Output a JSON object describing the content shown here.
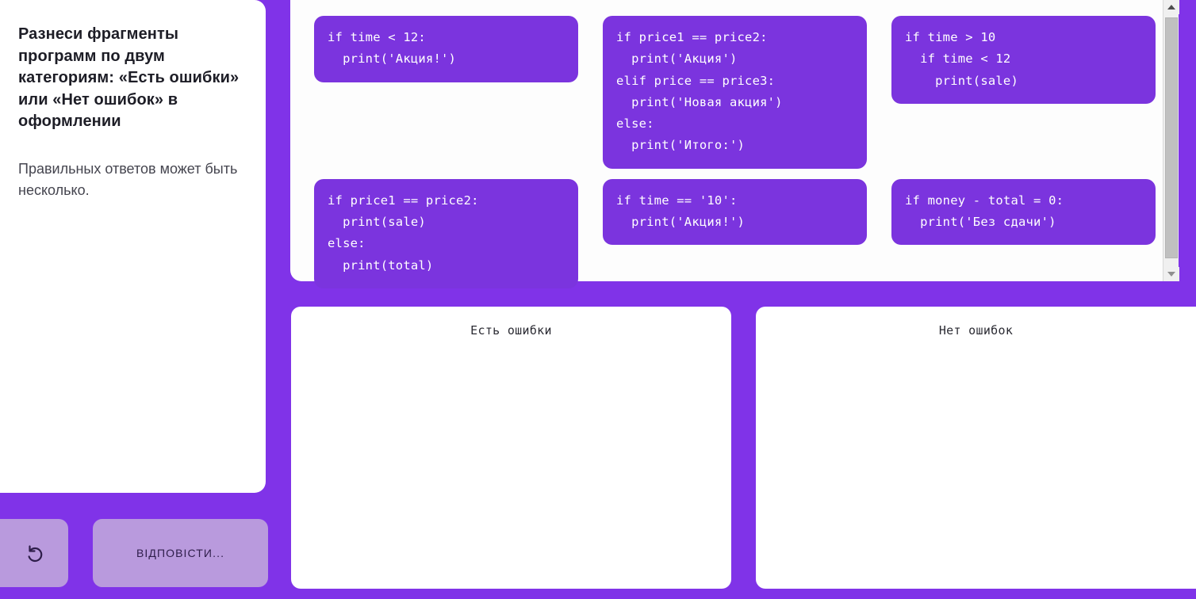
{
  "sidebar": {
    "title": "Разнеси фрагменты программ по двум категориям: «Есть ошибки» или «Нет ошибок» в оформлении",
    "subtitle": "Правильных ответов может быть несколько."
  },
  "actions": {
    "reset_icon": "reset-arrow-icon",
    "submit_label": "ВІДПОВІСТИ..."
  },
  "fragments": [
    {
      "id": "fragment-1",
      "code": "if time < 12:\n  print('Акция!')"
    },
    {
      "id": "fragment-2",
      "code": "if price1 == price2:\n  print('Акция')\nelif price == price3:\n  print('Новая акция')\nelse:\n  print('Итого:')"
    },
    {
      "id": "fragment-3",
      "code": "if time > 10\n  if time < 12\n    print(sale)"
    },
    {
      "id": "fragment-4",
      "code": "if price1 == price2:\n  print(sale)\nelse:\n  print(total)"
    },
    {
      "id": "fragment-5",
      "code": "if time == '10':\n  print('Акция!')"
    },
    {
      "id": "fragment-6",
      "code": "if money - total = 0:\n  print('Без сдачи')"
    }
  ],
  "dropzones": [
    {
      "id": "dropzone-errors",
      "title": "Есть ошибки",
      "items": []
    },
    {
      "id": "dropzone-noerrors",
      "title": "Нет ошибок",
      "items": []
    }
  ],
  "scrollbar": {
    "up_icon": "caret-up-icon",
    "down_icon": "caret-down-icon"
  },
  "colors": {
    "page_background": "#8033e8",
    "card": "#7b34de",
    "button": "#b99add",
    "panel": "#ffffff"
  }
}
